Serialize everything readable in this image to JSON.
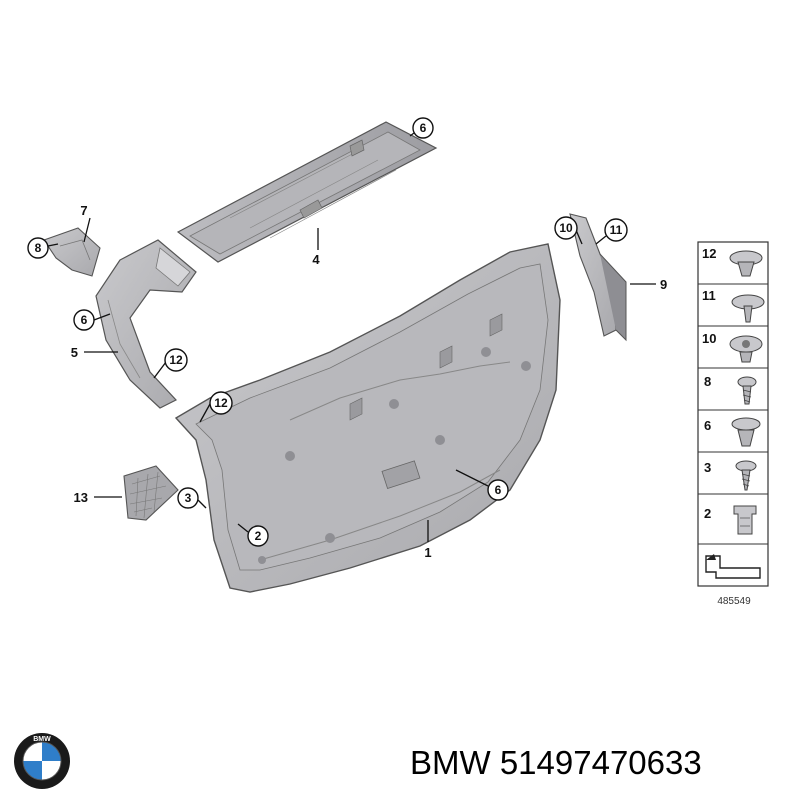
{
  "callouts": [
    {
      "id": "c1",
      "label": "1"
    },
    {
      "id": "c2",
      "label": "2"
    },
    {
      "id": "c3",
      "label": "3"
    },
    {
      "id": "c4",
      "label": "4"
    },
    {
      "id": "c5",
      "label": "5"
    },
    {
      "id": "c6a",
      "label": "6"
    },
    {
      "id": "c6b",
      "label": "6"
    },
    {
      "id": "c6c",
      "label": "6"
    },
    {
      "id": "c7",
      "label": "7"
    },
    {
      "id": "c8",
      "label": "8"
    },
    {
      "id": "c9",
      "label": "9"
    },
    {
      "id": "c10",
      "label": "10"
    },
    {
      "id": "c11",
      "label": "11"
    },
    {
      "id": "c12a",
      "label": "12"
    },
    {
      "id": "c12b",
      "label": "12"
    },
    {
      "id": "c13",
      "label": "13"
    }
  ],
  "legend": {
    "items": [
      "12",
      "11",
      "10",
      "8",
      "6",
      "3",
      "2"
    ],
    "diagram_code": "485549"
  },
  "footer": {
    "brand": "BMW",
    "part_number": "51497470633",
    "logo_text": "BMW"
  }
}
